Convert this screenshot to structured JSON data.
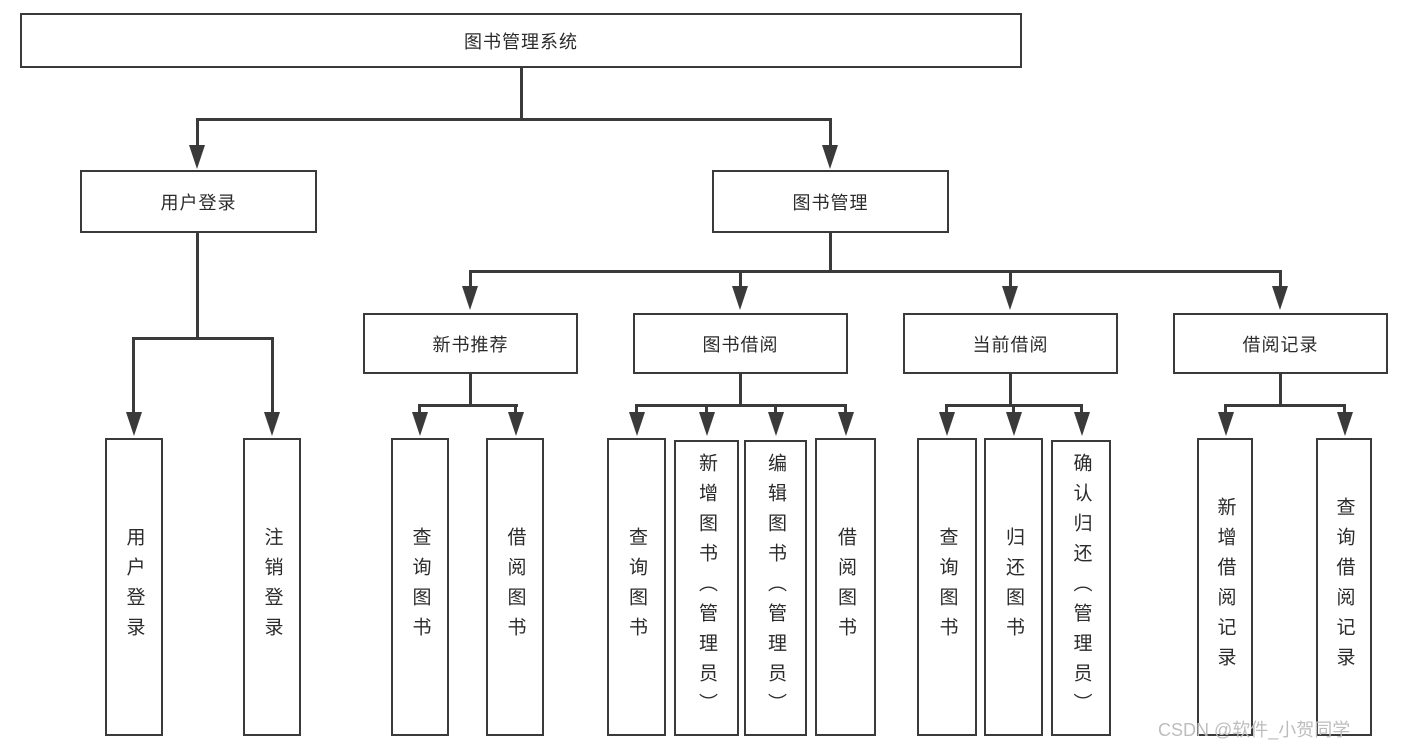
{
  "diagram": {
    "root": "图书管理系统",
    "l2": [
      "用户登录",
      "图书管理"
    ],
    "l3": [
      "新书推荐",
      "图书借阅",
      "当前借阅",
      "借阅记录"
    ],
    "l4": {
      "userLogin": [
        "用户登录",
        "注销登录"
      ],
      "newBooks": [
        "查询图书",
        "借阅图书"
      ],
      "bookBorrow": [
        "查询图书",
        "新增图书（管理员）",
        "编辑图书（管理员）",
        "借阅图书"
      ],
      "currentBorrow": [
        "查询图书",
        "归还图书",
        "确认归还（管理员）"
      ],
      "borrowRecords": [
        "新增借阅记录",
        "查询借阅记录"
      ]
    },
    "colors": {
      "line": "#3a3a3a",
      "text": "#2b2b2b",
      "watermark": "#bdbdbd",
      "background": "#ffffff"
    }
  },
  "watermark": "CSDN @软件_小贺同学"
}
